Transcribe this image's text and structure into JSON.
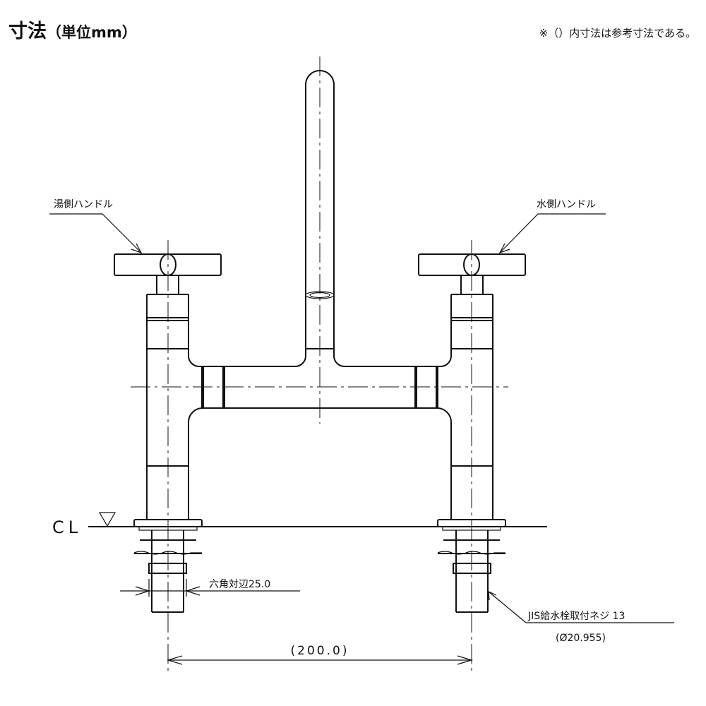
{
  "header": {
    "title": "寸法",
    "unit": "（単位mm）",
    "note": "※（）内寸法は参考寸法である。"
  },
  "labels": {
    "hot_handle": "湯側ハンドル",
    "cold_handle": "水側ハンドル",
    "counter_line": "CL",
    "hex_size": "六角対辺25.0",
    "thread_spec": "JIS給水栓取付ネジ 13",
    "thread_diameter": "(Ø20.955)",
    "center_distance": "(200.0)"
  }
}
